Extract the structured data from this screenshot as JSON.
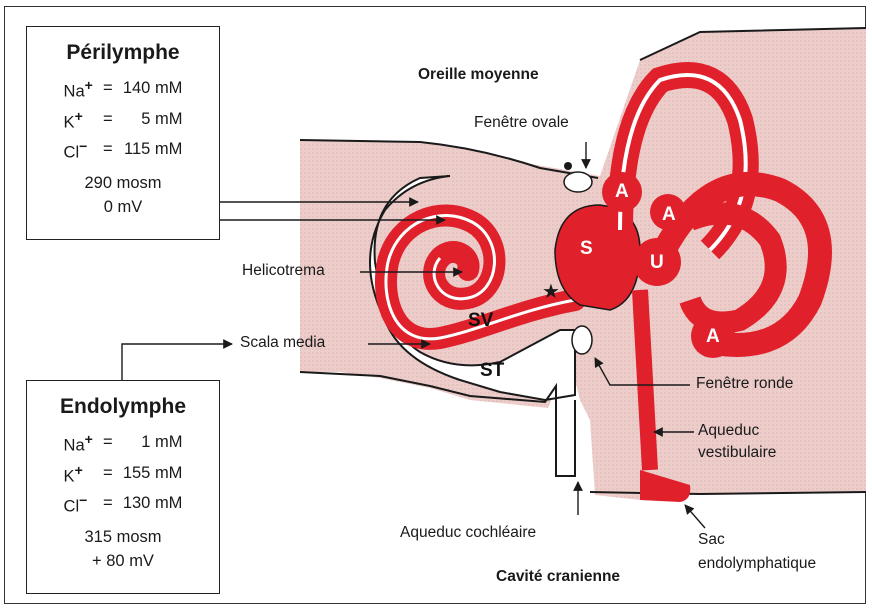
{
  "perilymph": {
    "title": "Périlymphe",
    "ions": [
      {
        "ion": "Na",
        "charge": "+",
        "eq": "=",
        "value": "140 mM"
      },
      {
        "ion": "K",
        "charge": "+",
        "eq": "=",
        "value": "5 mM"
      },
      {
        "ion": "Cl",
        "charge": "−",
        "eq": "=",
        "value": "115 mM"
      }
    ],
    "osmolarity": "290 mosm",
    "potential": "0 mV"
  },
  "endolymph": {
    "title": "Endolymphe",
    "ions": [
      {
        "ion": "Na",
        "charge": "+",
        "eq": "=",
        "value": "1 mM"
      },
      {
        "ion": "K",
        "charge": "+",
        "eq": "=",
        "value": "155 mM"
      },
      {
        "ion": "Cl",
        "charge": "−",
        "eq": "=",
        "value": "130 mM"
      }
    ],
    "osmolarity": "315 mosm",
    "potential": "+ 80 mV"
  },
  "labels": {
    "middle_ear": "Oreille moyenne",
    "oval_window": "Fenêtre ovale",
    "helicotrema": "Helicotrema",
    "scala_media": "Scala media",
    "round_window": "Fenêtre ronde",
    "vestibular_aqueduct_1": "Aqueduc",
    "vestibular_aqueduct_2": "vestibulaire",
    "cochlear_aqueduct": "Aqueduc cochléaire",
    "endolymphatic_sac_1": "Sac",
    "endolymphatic_sac_2": "endolymphatique",
    "cranial_cavity": "Cavité cranienne",
    "sv": "SV",
    "st": "ST",
    "s": "S",
    "u": "U",
    "a1": "A",
    "a2": "A",
    "a3": "A"
  },
  "colors": {
    "endolymph_red": "#e0202a",
    "perilymph_pink": "#eccdca",
    "outline": "#1a1a1a"
  }
}
